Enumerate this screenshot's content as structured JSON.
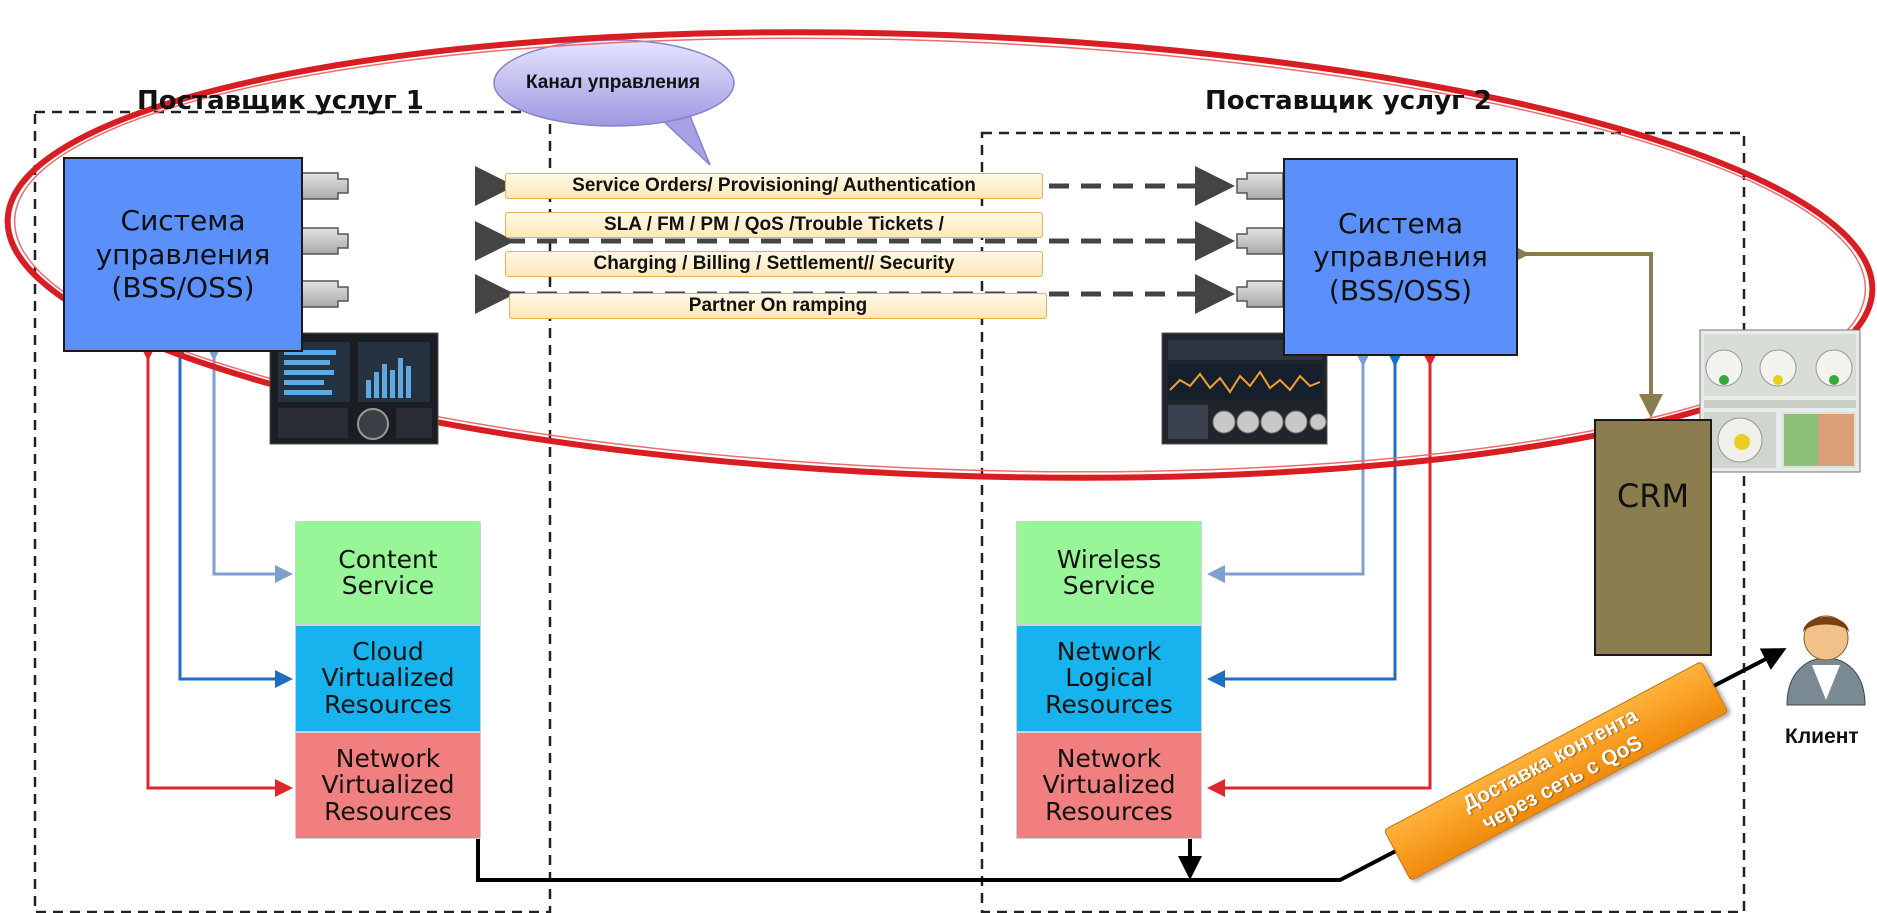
{
  "providers": {
    "p1": {
      "title": "Поставщик услуг 1"
    },
    "p2": {
      "title": "Поставщик услуг 2"
    }
  },
  "bubble": {
    "text": "Канал управления"
  },
  "mgmt": {
    "line1": "Система",
    "line2": "управления",
    "line3": "(BSS/OSS)"
  },
  "channels": [
    "Service Orders/  Provisioning/ Authentication",
    "SLA / FM / PM / QoS /Trouble Tickets /",
    "Charging / Billing / Settlement// Security",
    "Partner On ramping"
  ],
  "provider1_layers": {
    "content": {
      "l1": "Content",
      "l2": "Service"
    },
    "cloud": {
      "l1": "Cloud",
      "l2": "Virtualized",
      "l3": "Resources"
    },
    "network": {
      "l1": "Network",
      "l2": "Virtualized",
      "l3": "Resources"
    }
  },
  "provider2_layers": {
    "wireless": {
      "l1": "Wireless",
      "l2": "Service"
    },
    "logical": {
      "l1": "Network",
      "l2": "Logical",
      "l3": "Resources"
    },
    "network": {
      "l1": "Network",
      "l2": "Virtualized",
      "l3": "Resources"
    }
  },
  "crm": {
    "label": "CRM"
  },
  "client": {
    "label": "Клиент"
  },
  "delivery": {
    "line1": "Доставка контента",
    "line2": "через сеть с QoS"
  },
  "colors": {
    "mgmt_box": "#5b8ff9",
    "ring": "#e0262b",
    "arrow_red": "#e0262b",
    "arrow_blue": "#1f6fc0",
    "arrow_lightblue": "#7f9fd0",
    "arrow_olive": "#8b7d4e",
    "content_green": "#98f598",
    "resources_blue": "#17b3ee",
    "network_pink": "#f27f7f",
    "banner_orange": "#f5a020"
  }
}
